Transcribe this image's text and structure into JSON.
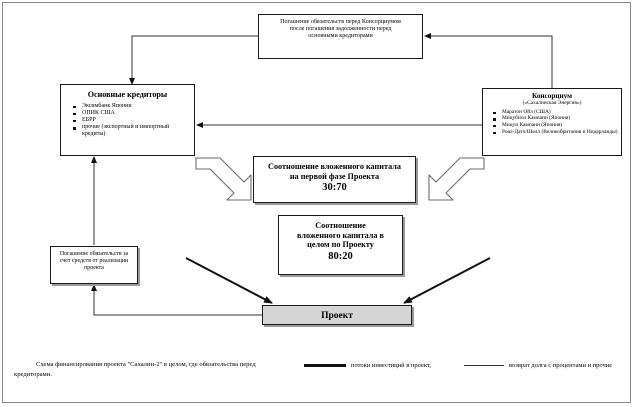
{
  "diagram": {
    "top_box": {
      "name": "consortium-repayment-note",
      "lines": [
        "Погашение обязательств перед Консорциумом",
        "после погашения задолженности перед",
        "основными кредиторами"
      ]
    },
    "creditors_box": {
      "title": "Основные кредиторы",
      "items": [
        "Эксимбанк Японии",
        "ОПИК США",
        "ЕБРР",
        "прочие (экспортный и импортный кредиты)"
      ]
    },
    "consortium_box": {
      "title": "Консорциум",
      "subtitle": "(«Сахалинская Энергия»)",
      "items": [
        "Маратон Ойл (США)",
        "Мицубиси Кампани (Япония)",
        "Мицуи Кампани (Япония)",
        "Роял-Датч/Шелл (Великобритания и Нидерланды)"
      ]
    },
    "ratio_first_phase": {
      "line1": "Соотношение вложенного капитала",
      "line2": "на первой фазе Проекта",
      "value": "30:70"
    },
    "ratio_overall": {
      "line1": "Соотношение",
      "line2": "вложенного капитала в",
      "line3": "целом по Проекту",
      "value": "80:20"
    },
    "repayment_box": {
      "lines": [
        "Погашение обязательств за",
        "счет средств от реализации",
        "проекта"
      ]
    },
    "project_box": {
      "label": "Проект"
    }
  },
  "legend": {
    "caption_line1": "Схема финансирования проекта \"Сахалин-2\" в целом, где",
    "caption_line2": "обязательства перед кредиторами.",
    "key_investments": "потоки инвестиций в проект,",
    "key_return": "возврат долга с процентами и прочие"
  },
  "colors": {
    "stroke": "#1a1a1a",
    "project_fill": "#d5d5d5",
    "frame": "#8a8a8a"
  }
}
